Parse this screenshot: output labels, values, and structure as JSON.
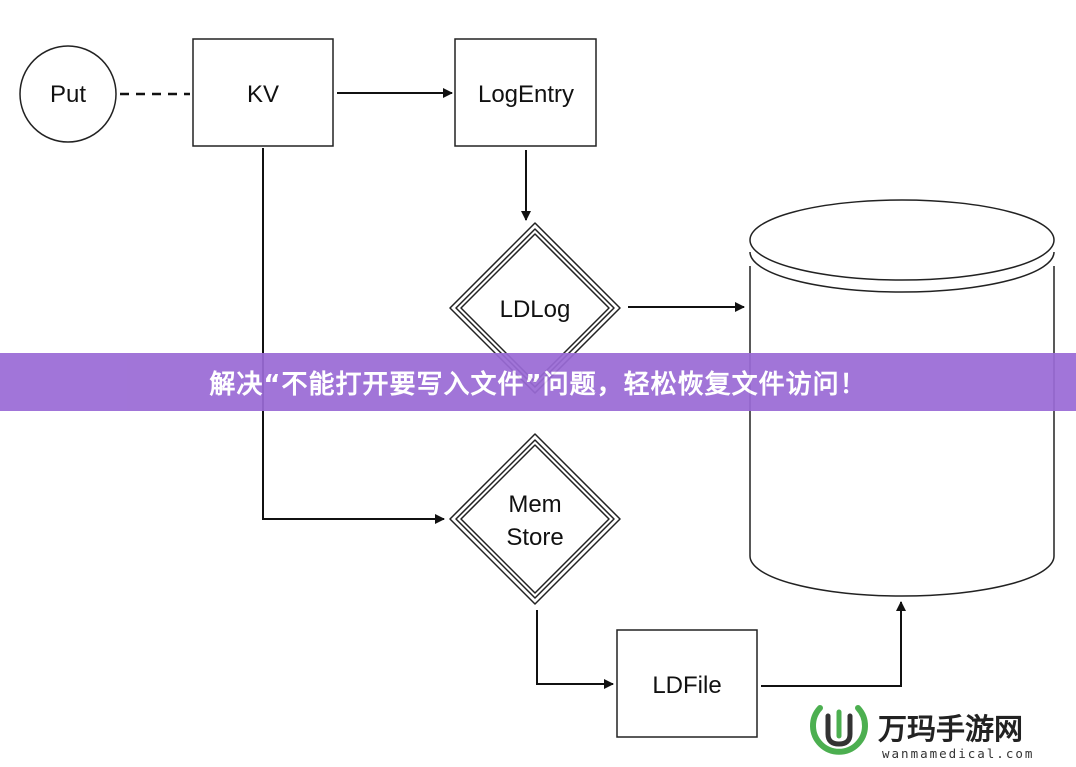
{
  "diagram": {
    "nodes": {
      "put": "Put",
      "kv": "KV",
      "log_entry": "LogEntry",
      "ld_log": "LDLog",
      "mem_store_line1": "Mem",
      "mem_store_line2": "Store",
      "ld_file": "LDFile"
    },
    "edges": [
      {
        "from": "Put",
        "to": "KV",
        "style": "dashed"
      },
      {
        "from": "KV",
        "to": "LogEntry",
        "style": "arrow"
      },
      {
        "from": "LogEntry",
        "to": "LDLog",
        "style": "arrow"
      },
      {
        "from": "LDLog",
        "to": "storage",
        "style": "arrow"
      },
      {
        "from": "KV",
        "to": "Mem Store",
        "style": "arrow"
      },
      {
        "from": "Mem Store",
        "to": "LDFile",
        "style": "arrow"
      },
      {
        "from": "LDFile",
        "to": "storage",
        "style": "arrow"
      }
    ]
  },
  "banner": {
    "title": "解决“不能打开要写入文件”问题，轻松恢复文件访问！",
    "color": "#9a6bd6"
  },
  "watermark": {
    "name": "万玛手游网",
    "domain": "wanmamedical.com",
    "logo_color": "#4caf50"
  }
}
